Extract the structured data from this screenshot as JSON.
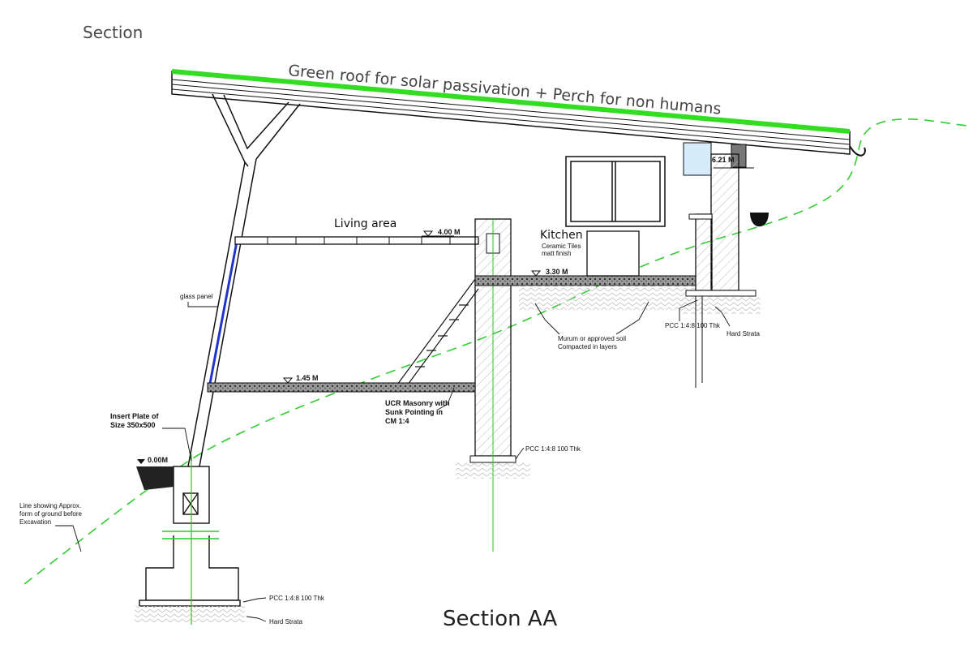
{
  "page_label": "Section",
  "drawing_title": "Section AA",
  "roof_label": "Green roof for solar passivation  + Perch for non humans",
  "rooms": {
    "living": "Living area",
    "kitchen": "Kitchen",
    "kitchen_note_1": "Ceramic Tiles",
    "kitchen_note_2": "matt finish"
  },
  "levels": {
    "top": "4.00 M",
    "kitchen": "3.30 M",
    "mid": "1.45 M",
    "ground": "0.00M",
    "upper": "6.21 M"
  },
  "notes": {
    "glass_panel": "glass panel",
    "insert_plate_1": "Insert Plate of",
    "insert_plate_2": "Size 350x500",
    "ground_line_1": "Line showing Approx.",
    "ground_line_2": "form of ground before",
    "ground_line_3": "Excavation",
    "ucr_1": "UCR Masonry with",
    "ucr_2": "Sunk Pointing in",
    "ucr_3": "CM 1:4",
    "murum_1": "Murum or approved soil",
    "murum_2": "Compacted in layers",
    "pcc_right": "PCC 1:4:8 100 Thk",
    "hard_strata_right": "Hard Strata",
    "pcc_mid": "PCC 1:4:8 100 Thk",
    "pcc_left": "PCC 1:4:8 100 Thk",
    "hard_strata_left": "Hard Strata"
  },
  "colors": {
    "green_roof": "#33dd22",
    "ground_line": "#33cc33",
    "glass": "#2233cc",
    "axis": "#22cc22",
    "sky_glass": "#d6ecfa"
  }
}
